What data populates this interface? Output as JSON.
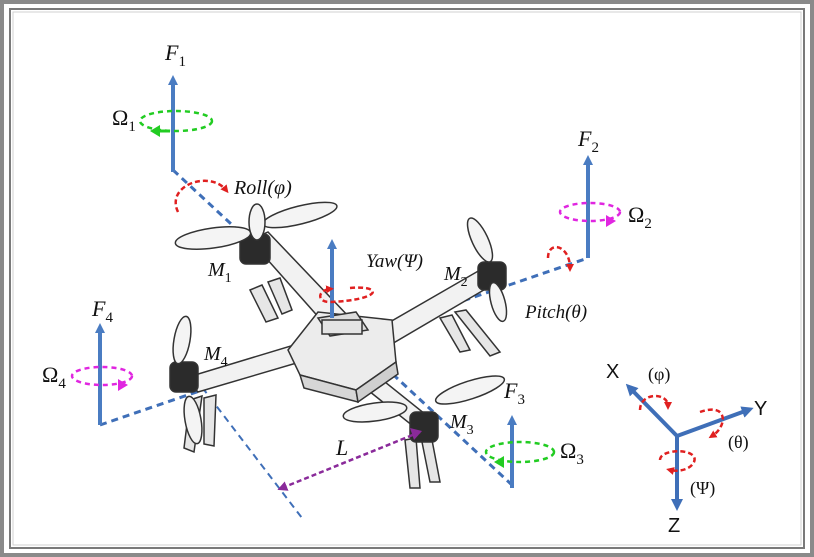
{
  "colors": {
    "thrust": "#4a7cc2",
    "arm_axis": "#3f6fb8",
    "rotation_green": "#22cc22",
    "rotation_magenta": "#e026e0",
    "angle_red": "#e02020",
    "length": "#8a2a9a",
    "frame_border": "#8a8a8a"
  },
  "forces": {
    "f1": {
      "base": "F",
      "sub": "1"
    },
    "f2": {
      "base": "F",
      "sub": "2"
    },
    "f3": {
      "base": "F",
      "sub": "3"
    },
    "f4": {
      "base": "F",
      "sub": "4"
    }
  },
  "spins": {
    "o1": {
      "base": "Ω",
      "sub": "1"
    },
    "o2": {
      "base": "Ω",
      "sub": "2"
    },
    "o3": {
      "base": "Ω",
      "sub": "3"
    },
    "o4": {
      "base": "Ω",
      "sub": "4"
    }
  },
  "motors": {
    "m1": {
      "base": "M",
      "sub": "1"
    },
    "m2": {
      "base": "M",
      "sub": "2"
    },
    "m3": {
      "base": "M",
      "sub": "3"
    },
    "m4": {
      "base": "M",
      "sub": "4"
    }
  },
  "angles": {
    "roll": {
      "name": "Roll",
      "symbol": "(φ)"
    },
    "pitch": {
      "name": "Pitch",
      "symbol": "(θ)"
    },
    "yaw": {
      "name": "Yaw",
      "symbol": "(Ψ)"
    }
  },
  "arm_length": "L",
  "frame_axes": {
    "x": "X",
    "y": "Y",
    "z": "Z",
    "phi": "(φ)",
    "theta": "(θ)",
    "psi": "(Ψ)"
  }
}
